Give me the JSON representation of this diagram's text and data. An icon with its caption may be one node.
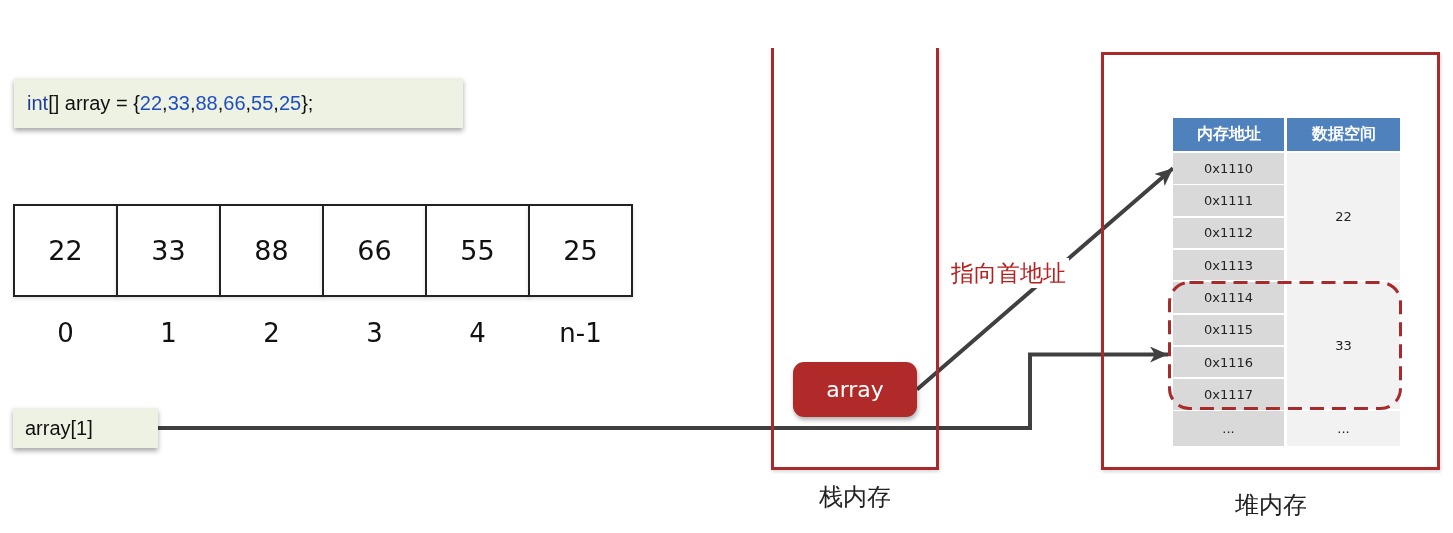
{
  "diagram": {
    "nodes": [
      {
        "text": [
          "int[] array = {22,33,88,66,55,25};"
        ]
      },
      {
        "text": [
          "22"
        ],
        "beside": [
          "0"
        ]
      },
      {
        "text": [
          "33"
        ],
        "beside": [
          "1"
        ]
      },
      {
        "text": [
          "88"
        ],
        "beside": [
          "2"
        ]
      },
      {
        "text": [
          "66"
        ],
        "beside": [
          "3"
        ]
      },
      {
        "text": [
          "55"
        ],
        "beside": [
          "4"
        ]
      },
      {
        "text": [
          "25"
        ],
        "beside": [
          "n-1"
        ]
      },
      {
        "text": [
          "array[1]"
        ]
      },
      {
        "text": [
          "栈内存"
        ]
      },
      {
        "text": [
          "array"
        ],
        "in": 8
      },
      {
        "text": [
          "堆内存"
        ]
      },
      {
        "text": [
          "内存地址"
        ],
        "in": 10
      },
      {
        "text": [
          "数据空间"
        ],
        "in": 10
      },
      {
        "text": [
          "0x1110"
        ],
        "in": 10
      },
      {
        "text": [
          "22"
        ],
        "in": 10
      },
      {
        "text": [
          "0x1111"
        ],
        "in": 10
      },
      {
        "text": [
          "0x1112"
        ],
        "in": 10
      },
      {
        "text": [
          "0x1113"
        ],
        "in": 10
      },
      {
        "text": [],
        "shape": "box",
        "in": 10
      },
      {
        "text": [
          "0x1114"
        ],
        "in": 18
      },
      {
        "text": [
          "33"
        ],
        "in": 18
      },
      {
        "text": [
          "0x1115"
        ],
        "in": 18
      },
      {
        "text": [
          "0x1116"
        ],
        "in": 18
      },
      {
        "text": [
          "0x1117"
        ],
        "in": 18
      },
      {
        "text": [
          "..."
        ],
        "in": 10
      },
      {
        "text": [
          "..."
        ],
        "in": 10
      }
    ],
    "edges": [
      {
        "from": 9,
        "to": 13,
        "arrow": "to",
        "label": "指向首地址"
      },
      {
        "from": 7,
        "to": 18,
        "arrow": "to"
      }
    ]
  }
}
